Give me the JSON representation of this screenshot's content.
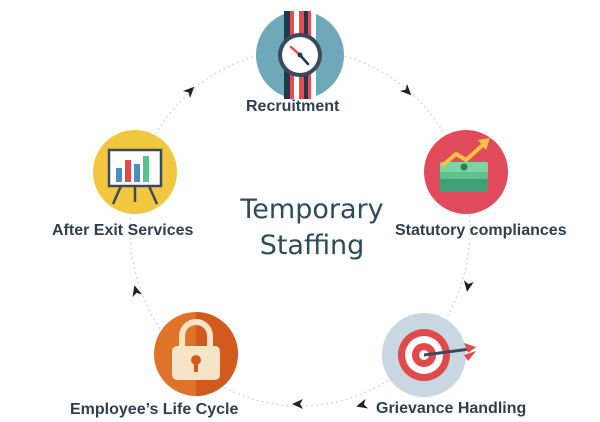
{
  "center": {
    "line1": "Temporary",
    "line2": "Staffing"
  },
  "nodes": [
    {
      "label": "Recruitment",
      "icon": "wristwatch-icon",
      "color": "#6fa8b8"
    },
    {
      "label": "Statutory compliances",
      "icon": "money-growth-icon",
      "color": "#e04a5a"
    },
    {
      "label": "Grievance Handling",
      "icon": "target-dart-icon",
      "color": "#c9d7e2"
    },
    {
      "label": "Employee’s Life Cycle",
      "icon": "padlock-icon",
      "color": "#e0732a"
    },
    {
      "label": "After Exit Services",
      "icon": "presentation-chart-icon",
      "color": "#f2c740"
    }
  ],
  "colors": {
    "text": "#2f3f4f",
    "ring": "#d0d0d0",
    "arrow": "#222222"
  }
}
